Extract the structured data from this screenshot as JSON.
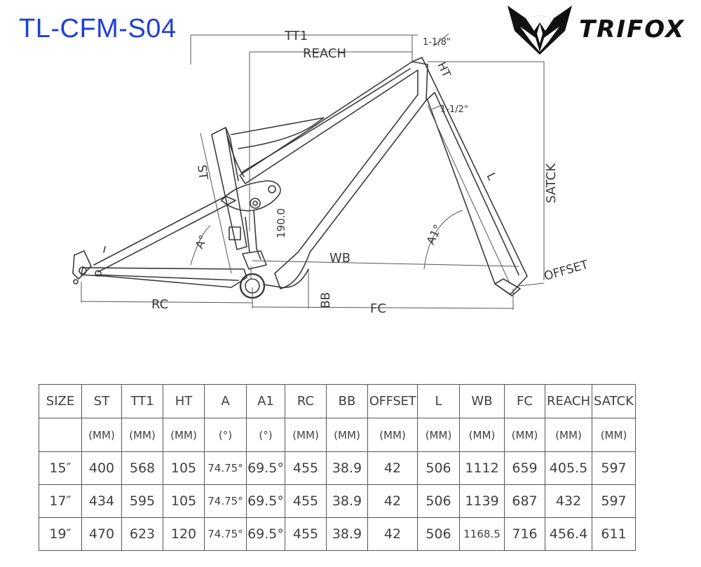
{
  "title": "TL-CFM-S04",
  "brand": {
    "name": "TRIFOX",
    "icon": "fox-head-logo-icon"
  },
  "diagram": {
    "labels": {
      "tt1": "TT1",
      "reach": "REACH",
      "headset_top": "1-1/8\"",
      "headset_bottom": "1-1/2\"",
      "ht": "HT",
      "satck": "SATCK",
      "st": "ST",
      "l": "L",
      "shock_length": "190.0",
      "a": "A°",
      "a1": "A1°",
      "wb": "WB",
      "offset": "OFFSET",
      "rc": "RC",
      "bb": "BB",
      "fc": "FC"
    }
  },
  "table": {
    "headers": [
      "SIZE",
      "ST",
      "TT1",
      "HT",
      "A",
      "A1",
      "RC",
      "BB",
      "OFFSET",
      "L",
      "WB",
      "FC",
      "REACH",
      "SATCK"
    ],
    "units": [
      "",
      "(MM)",
      "(MM)",
      "(MM)",
      "(°)",
      "(°)",
      "(MM)",
      "(MM)",
      "(MM)",
      "(MM)",
      "(MM)",
      "(MM)",
      "(MM)",
      "(MM)"
    ],
    "rows": [
      [
        "15″",
        "400",
        "568",
        "105",
        "74.75°",
        "69.5°",
        "455",
        "38.9",
        "42",
        "506",
        "1112",
        "659",
        "405.5",
        "597"
      ],
      [
        "17″",
        "434",
        "595",
        "105",
        "74.75°",
        "69.5°",
        "455",
        "38.9",
        "42",
        "506",
        "1139",
        "687",
        "432",
        "597"
      ],
      [
        "19″",
        "470",
        "623",
        "120",
        "74.75°",
        "69.5°",
        "455",
        "38.9",
        "42",
        "506",
        "1168.5",
        "716",
        "456.4",
        "611"
      ]
    ]
  }
}
